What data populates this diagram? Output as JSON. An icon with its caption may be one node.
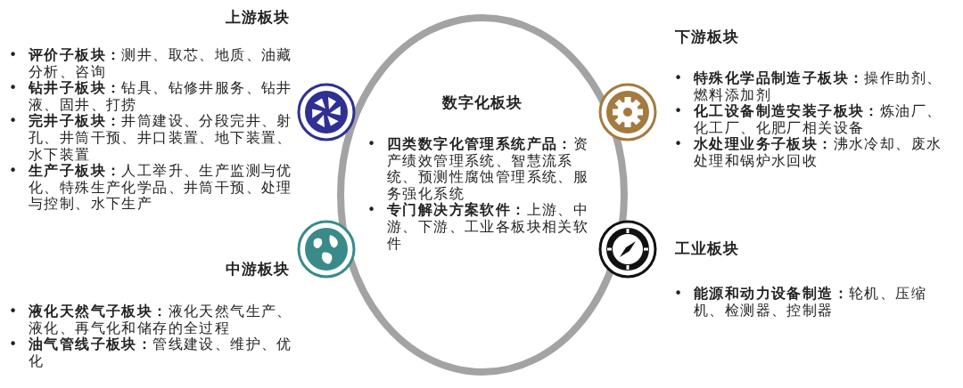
{
  "diagram": {
    "nodes": [
      {
        "text": [
          "数字化板块",
          "•",
          "**四类数字化管理系统产品：**资产绩效管理系统、智慧流系统、预测性腐蚀管理系统、服务强化系统",
          "•",
          "**专门解决方案软件：**上游、中游、下游、工业各板块相关软件"
        ]
      }
    ],
    "labels": [
      "上游板块",
      "•",
      "**评价子板块：**测井、取芯、地质、油藏分析、咨询",
      "•",
      "**钻井子板块：**钻具、钻修井服务、钻井液、固井、打捞",
      "•",
      "**完井子板块：**井筒建设、分段完井、射孔、井筒干预、井口装置、地下装置、水下装置",
      "•",
      "**生产子板块：**人工举升、生产监测与优化、特殊生产化学品、井筒干预、处理与控制、水下生产",
      "下游板块",
      "•",
      "**特殊化学品制造子板块：**操作助剂、燃料添加剂",
      "•",
      "**化工设备制造安装子板块：**炼油厂、化工厂、化肥厂相关设备",
      "•",
      "**水处理业务子板块：**沸水冷却、废水处理和锅炉水回收",
      "中游板块",
      "•",
      "**液化天然气子板块：**液化天然气生产、液化、再气化和储存的全过程",
      "•",
      "**油气管线子板块：**管线建设、维护、优化",
      "工业板块",
      "•",
      "**能源和动力设备制造：**轮机、压缩机、检测器、控制器"
    ]
  }
}
